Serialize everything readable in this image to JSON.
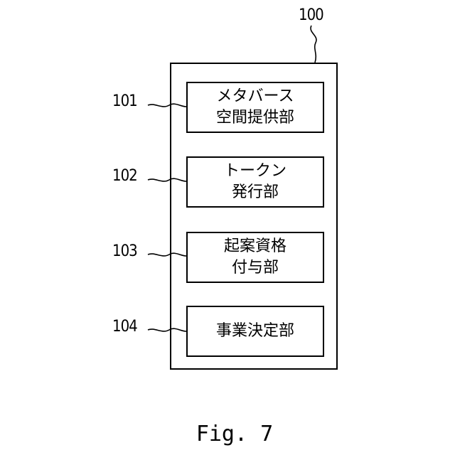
{
  "diagram": {
    "container": {
      "ref": "100"
    },
    "units": [
      {
        "ref": "101",
        "line1": "メタバース",
        "line2": "空間提供部"
      },
      {
        "ref": "102",
        "line1": "トークン",
        "line2": "発行部"
      },
      {
        "ref": "103",
        "line1": "起案資格",
        "line2": "付与部"
      },
      {
        "ref": "104",
        "line1": "事業決定部",
        "line2": ""
      }
    ]
  },
  "caption": "Fig. 7"
}
